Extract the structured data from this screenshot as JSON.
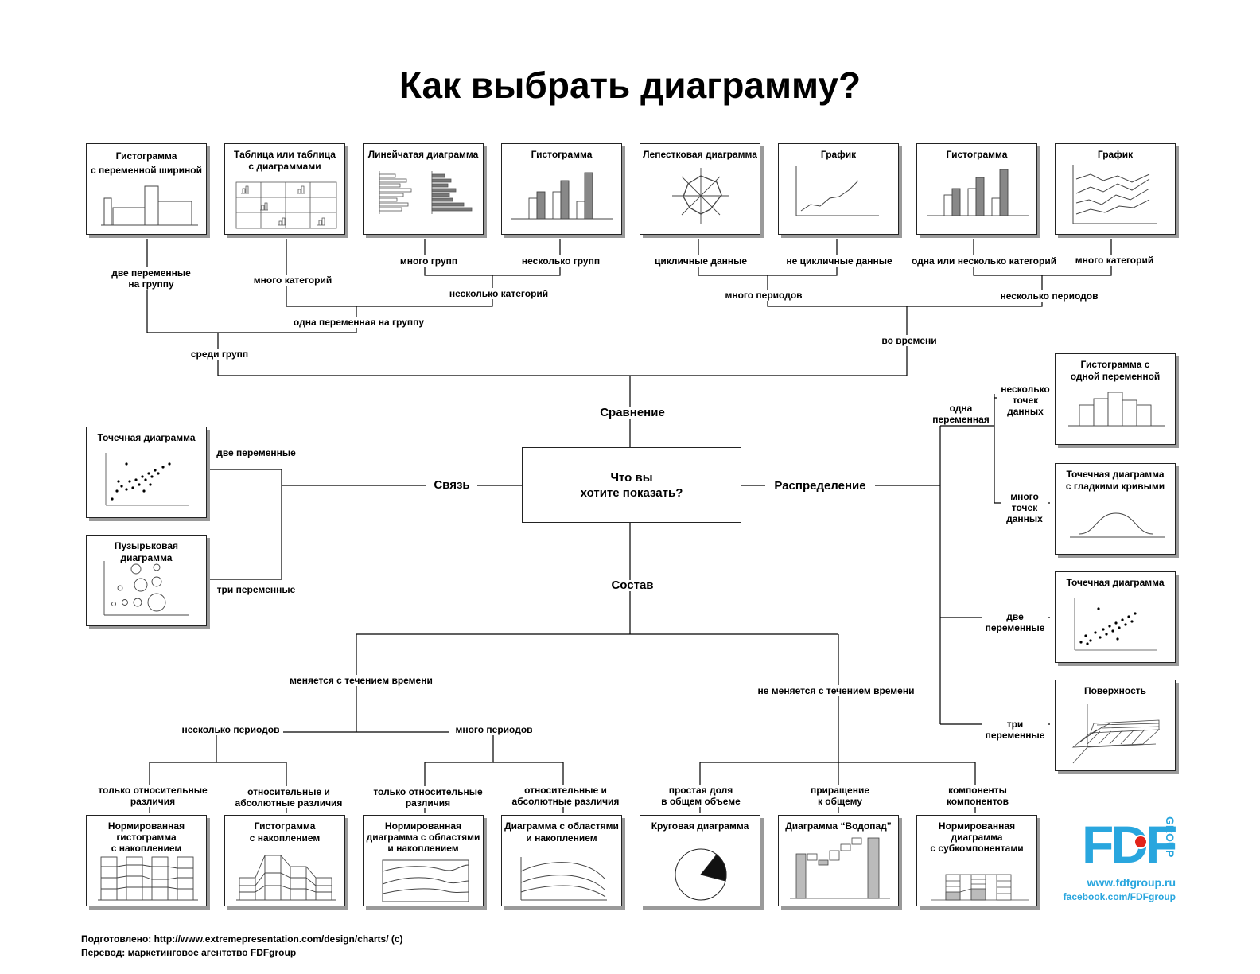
{
  "title": "Как выбрать диаграмму?",
  "center_question": "Что вы\nхотите показать?",
  "categories": {
    "comparison": "Сравнение",
    "relationship": "Связь",
    "distribution": "Распределение",
    "composition": "Состав"
  },
  "cards": {
    "c1": "Гистограмма\nс переменной шириной",
    "c2": "Таблица или таблица\nс диаграммами",
    "c3": "Линейчатая диаграмма",
    "c4": "Гистограмма",
    "c5": "Лепестковая диаграмма",
    "c6": "График",
    "c7": "Гистограмма",
    "c8": "График",
    "scatter": "Точечная диаграмма",
    "bubble": "Пузырьковая диаграмма",
    "hist1": "Гистограмма с\nодной переменной",
    "scatter_curve": "Точечная диаграмма\nс гладкими кривыми",
    "scatter2": "Точечная диаграмма",
    "surface": "Поверхность",
    "b1": "Нормированная\nгистограмма\nс накоплением",
    "b2": "Гистограмма\nс накоплением",
    "b3": "Нормированная\nдиаграмма с областями\nи накоплением",
    "b4": "Диаграмма с областями\nи накоплением",
    "b5": "Круговая диаграмма",
    "b6": "Диаграмма “Водопад”",
    "b7": "Нормированная\nдиаграмма\nс субкомпонентами"
  },
  "labels": {
    "two_vars_per_group": "две переменные\nна группу",
    "many_categories": "много категорий",
    "many_groups": "много групп",
    "few_groups": "несколько групп",
    "few_categories": "несколько категорий",
    "one_var_per_group": "одна переменная на группу",
    "among_groups": "среди групп",
    "cyclic": "цикличные данные",
    "noncyclic": "не цикличные данные",
    "one_or_few_categories": "одна или несколько категорий",
    "many_categories_2": "много категорий",
    "many_periods": "много периодов",
    "few_periods": "несколько периодов",
    "over_time": "во времени",
    "two_vars": "две переменные",
    "three_vars": "три переменные",
    "one_var": "одна\nпеременная",
    "few_points": "несколько\nточек\nданных",
    "many_points": "много\nточек\nданных",
    "dist_two_vars": "две\nпеременные",
    "dist_three_vars": "три\nпеременные",
    "changes_over_time": "меняется с течением времени",
    "not_changes_over_time": "не меняется с течением времени",
    "comp_few_periods": "несколько периодов",
    "comp_many_periods": "много периодов",
    "only_relative_1": "только относительные\nразличия",
    "rel_abs_1": "относительные и\nабсолютные различия",
    "only_relative_2": "только относительные\nразличия",
    "rel_abs_2": "относительные и\nабсолютные различия",
    "simple_share": "простая доля\nв общем объеме",
    "increment": "приращение\nк общему",
    "components": "компоненты\nкомпонентов"
  },
  "footer": {
    "line1": "Подготовлено: http://www.extremepresentation.com/design/charts/ (c)",
    "line2": "Перевод: маркетинговое агентство FDFgroup"
  },
  "brand": {
    "logo_text": "FDF",
    "logo_group": "GROUP",
    "website": "www.fdfgroup.ru",
    "facebook": "facebook.com/FDFgroup",
    "color": "#29a6de",
    "dot_color": "#e2231a"
  }
}
